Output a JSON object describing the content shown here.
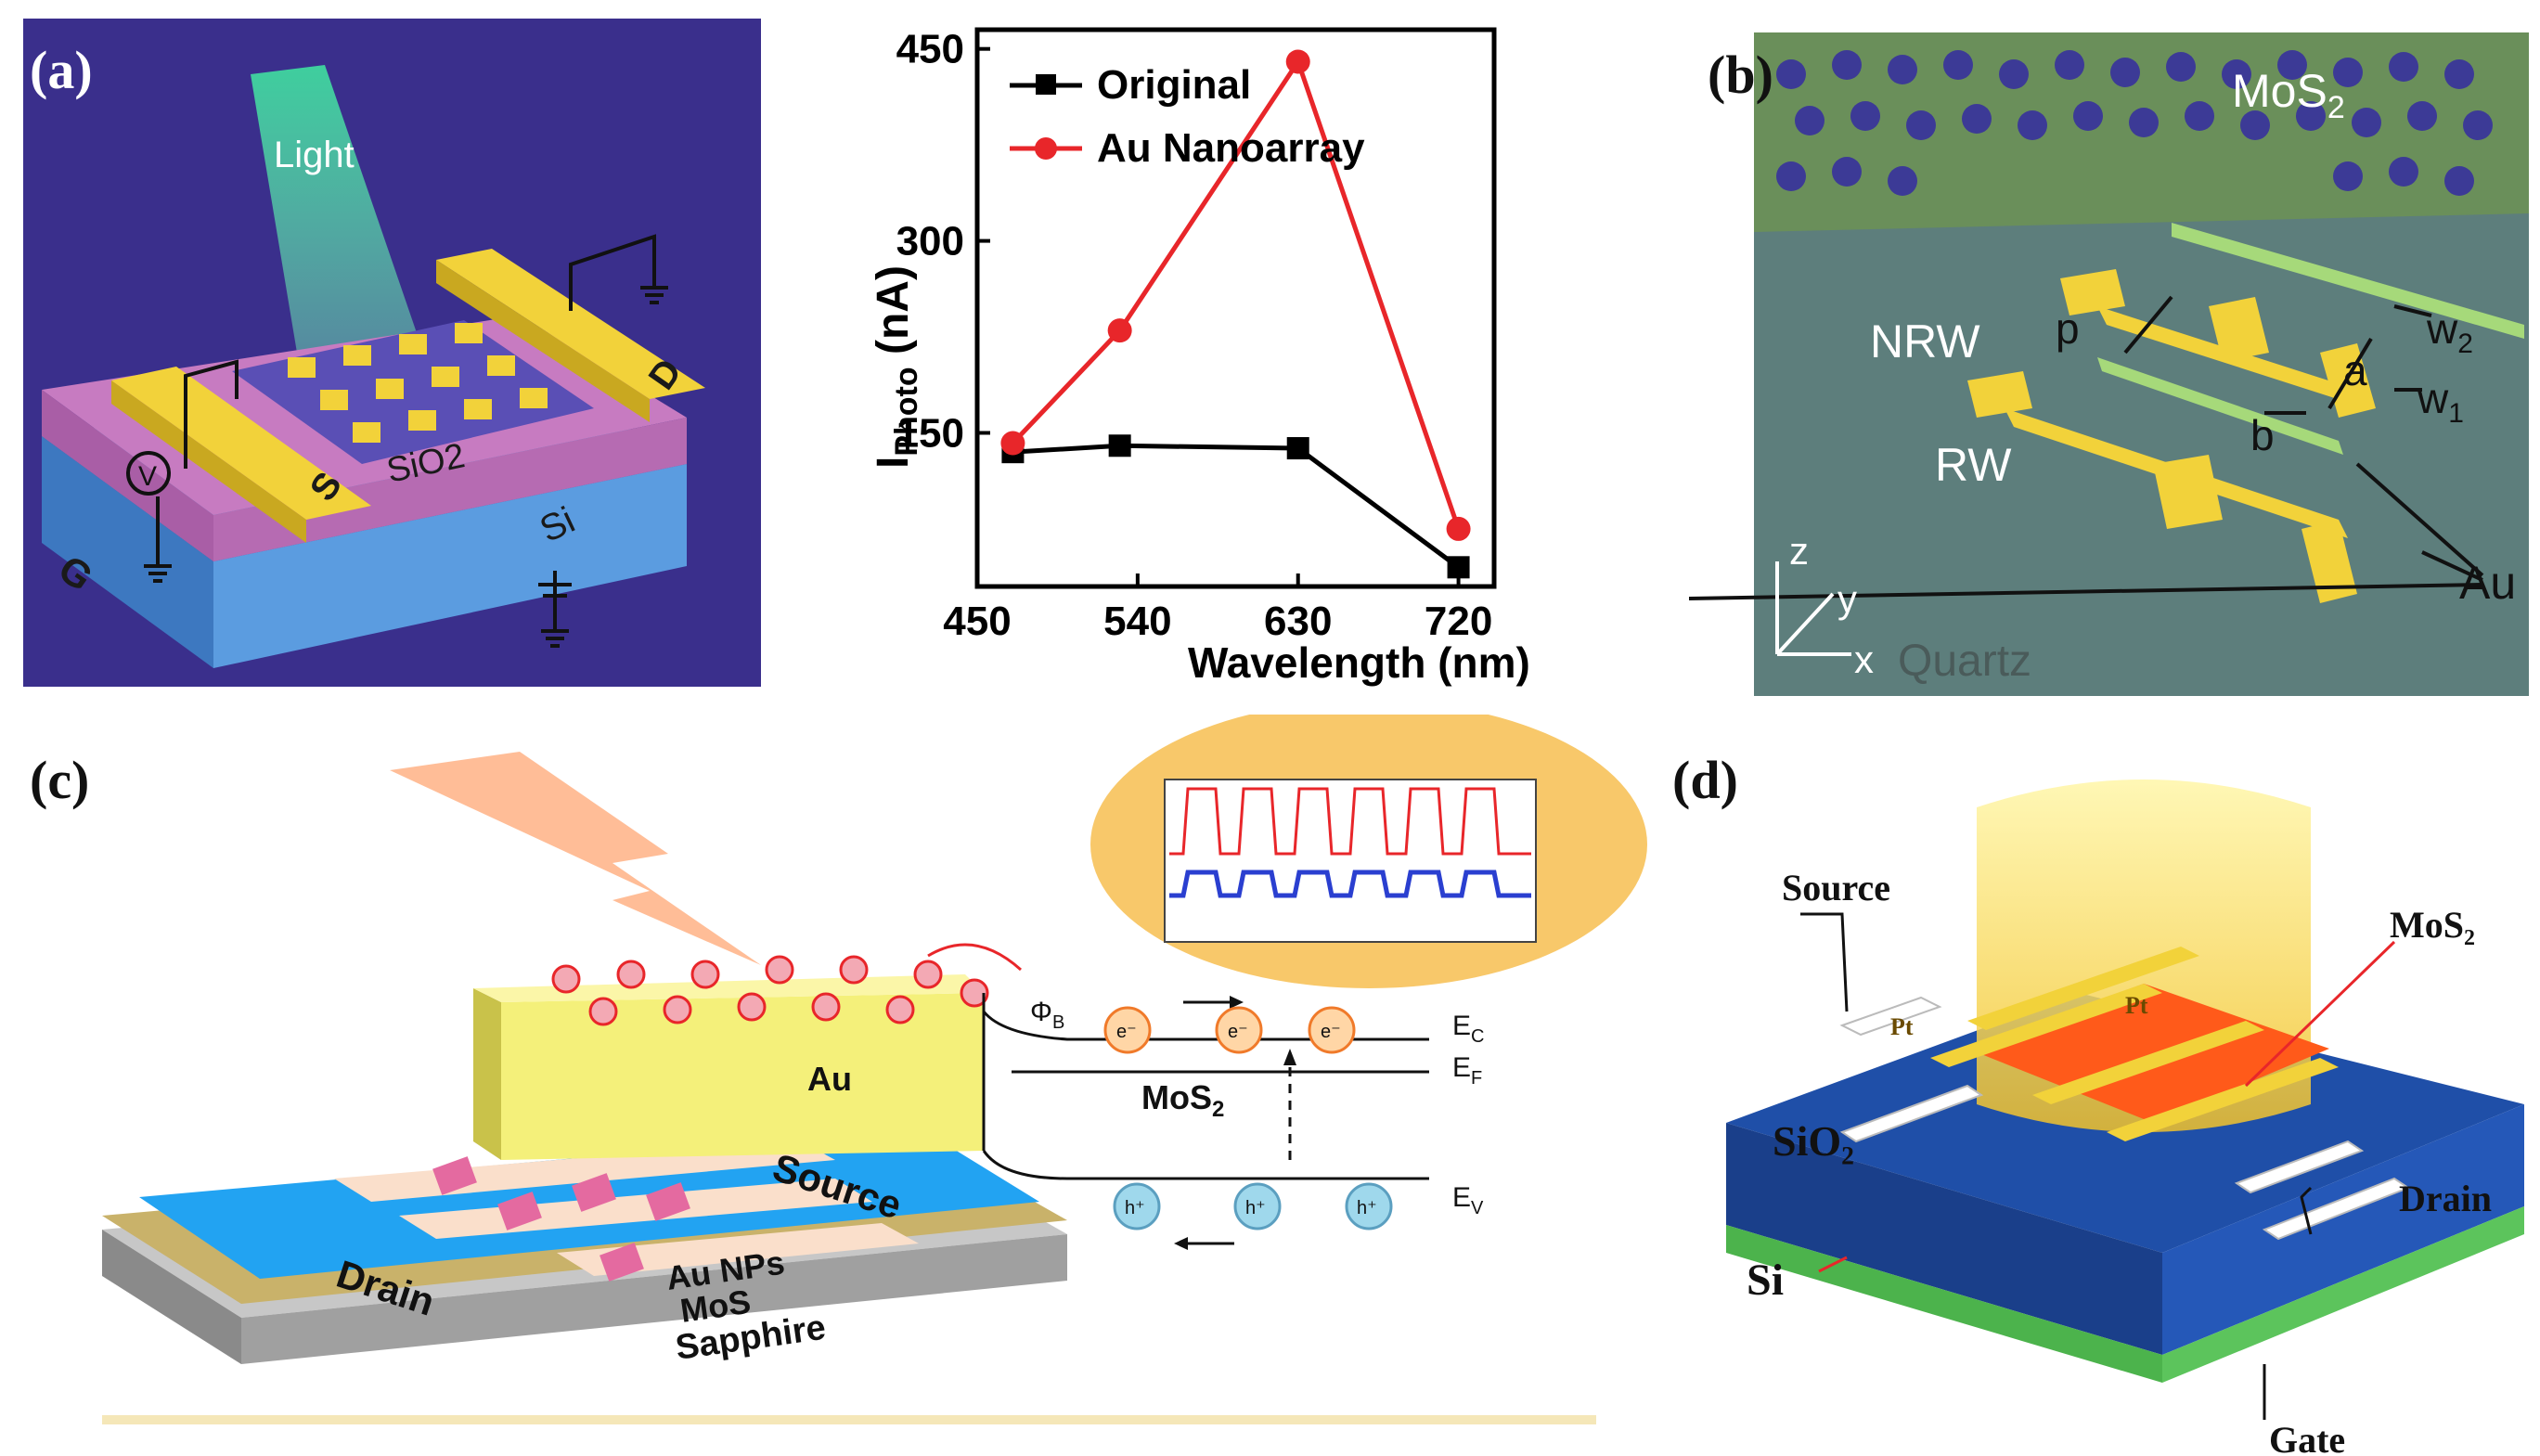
{
  "panels": {
    "a": {
      "label": "(a)",
      "light": "Light",
      "sio2": "SiO2",
      "si": "Si",
      "s": "S",
      "d": "D",
      "g": "G",
      "v": "V"
    },
    "b": {
      "label": "(b)",
      "mos2": "MoS",
      "mos2_sub": "2",
      "nrw": "NRW",
      "rw": "RW",
      "p": "p",
      "a": "a",
      "b": "b",
      "w": "w",
      "w2_sub": "2",
      "w1_sub": "1",
      "au": "Au",
      "z": "z",
      "y": "y",
      "x": "x",
      "quartz": "Quartz"
    },
    "c": {
      "label": "(c)",
      "au": "Au",
      "mos2": "MoS",
      "mos2_sub": "2",
      "source": "Source",
      "drain": "Drain",
      "au_nps": "Au NPs",
      "mos2_layer": "MoS",
      "sapphire": "Sapphire",
      "ec": "E",
      "ec_sub": "C",
      "ef": "E",
      "ef_sub": "F",
      "ev": "E",
      "ev_sub": "V",
      "phi": "Φ",
      "phi_sub": "B",
      "electron": "e⁻",
      "hole": "h⁺"
    },
    "d": {
      "label": "(d)",
      "source": "Source",
      "mos2": "MoS₂",
      "sio2": "SiO₂",
      "si": "Si",
      "drain": "Drain",
      "gate": "Gate",
      "pt": "Pt"
    }
  },
  "colors": {
    "panel_a_bg": "#3a2f8c",
    "gold": "#f2d23a",
    "sio2": "#c77bc1",
    "si": "#4f8fd6",
    "series_black": "#000000",
    "series_red": "#e8262a",
    "quartz": "#5d7e7c",
    "d_blue": "#1f4fa8",
    "d_orange": "#ff5a1a"
  },
  "chart_data": {
    "type": "line",
    "x": [
      470,
      530,
      630,
      720
    ],
    "series": [
      {
        "name": "Original",
        "color": "#000000",
        "marker": "square",
        "values": [
          135,
          140,
          138,
          45
        ]
      },
      {
        "name": "Au Nanoarray",
        "color": "#e8262a",
        "marker": "circle",
        "values": [
          142,
          230,
          440,
          75
        ]
      }
    ],
    "xlabel": "Wavelength (nm)",
    "ylabel_main": "I",
    "ylabel_sub": "Photo",
    "ylabel_unit": " (nA)",
    "xlim": [
      450,
      740
    ],
    "ylim": [
      30,
      465
    ],
    "xticks": [
      450,
      540,
      630,
      720
    ],
    "yticks": [
      150,
      300,
      450
    ],
    "grid": false,
    "legend": "top-left"
  }
}
